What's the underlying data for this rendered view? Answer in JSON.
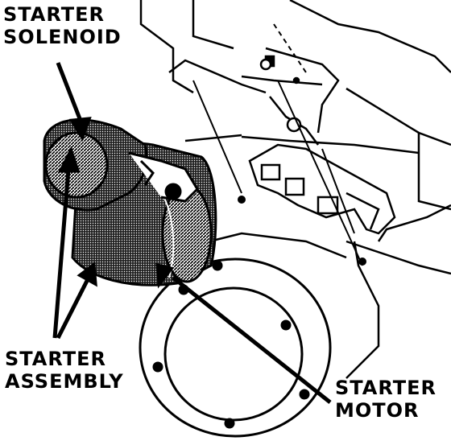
{
  "labels": {
    "solenoid_line1": "STARTER",
    "solenoid_line2": "SOLENOID",
    "assembly_line1": "STARTER",
    "assembly_line2": "ASSEMBLY",
    "motor_line1": "STARTER",
    "motor_line2": "MOTOR"
  },
  "colors": {
    "ink": "#000000",
    "paper": "#ffffff",
    "shade": "#3a3a3a"
  }
}
